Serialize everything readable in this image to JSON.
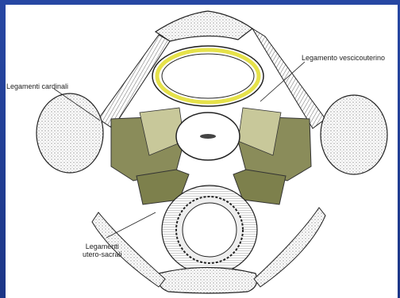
{
  "figure": {
    "labels": {
      "cardinal": "Legamenti cardinali",
      "vesicouterine": "Legamento vescicouterino",
      "uterosacral_line1": "Legamenti",
      "uterosacral_line2": "utero-sacrali"
    },
    "colors": {
      "frame": "#2747a3",
      "ligament_fill": "#8a8c5a",
      "ligament_light": "#c8c89a",
      "bladder_yellow": "#e6e24a",
      "bone_stipple": "#555555"
    }
  }
}
